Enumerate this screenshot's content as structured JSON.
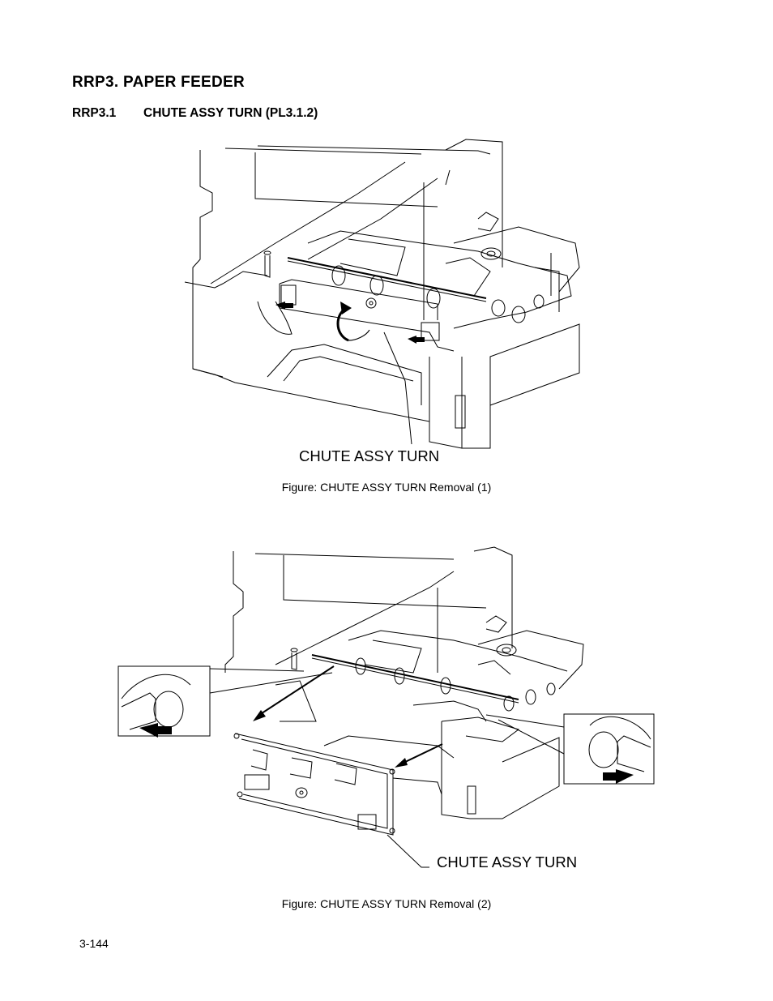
{
  "section": {
    "title": "RRP3.  PAPER FEEDER",
    "subsection_number": "RRP3.1",
    "subsection_title": "CHUTE ASSY TURN (PL3.1.2)"
  },
  "figures": [
    {
      "callout": "CHUTE ASSY TURN",
      "caption": "Figure: CHUTE ASSY TURN Removal (1)"
    },
    {
      "callout": "CHUTE ASSY TURN",
      "caption": "Figure: CHUTE ASSY TURN Removal (2)"
    }
  ],
  "page_number": "3-144"
}
